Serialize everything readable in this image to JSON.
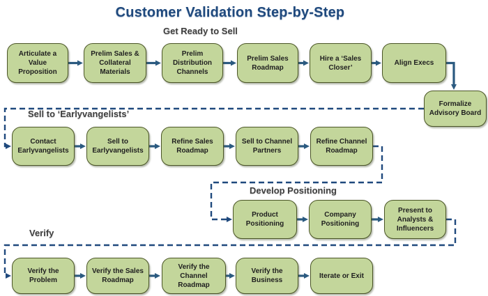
{
  "title": "Customer Validation Step-by-Step",
  "colors": {
    "background": "#FFFFFF",
    "title": "#1F497D",
    "section_header": "#3F3F3F",
    "box_fill": "#C3D69B",
    "box_border": "#4A5526",
    "box_text": "#1F1F1F",
    "arrow": "#2B5A80",
    "dashed_connector": "#1F497D"
  },
  "sections": [
    {
      "label": "Get Ready to Sell",
      "boxes": [
        "Articulate a Value Proposition",
        "Prelim Sales & Collateral Materials",
        "Prelim Distribution Channels",
        "Prelim Sales Roadmap",
        "Hire a ‘Sales Closer’",
        "Align Execs",
        "Formalize Advisory Board"
      ]
    },
    {
      "label": "Sell to ‘Earlyvangelists’",
      "boxes": [
        "Contact Earlyvangelists",
        "Sell to Earlyvangelists",
        "Refine Sales Roadmap",
        "Sell to Channel Partners",
        "Refine Channel Roadmap"
      ]
    },
    {
      "label": "Develop Positioning",
      "boxes": [
        "Product Positioning",
        "Company Positioning",
        "Present to Analysts & Influencers"
      ]
    },
    {
      "label": "Verify",
      "boxes": [
        "Verify the Problem",
        "Verify the Sales Roadmap",
        "Verify the Channel Roadmap",
        "Verify the Business",
        "Iterate or Exit"
      ]
    }
  ]
}
